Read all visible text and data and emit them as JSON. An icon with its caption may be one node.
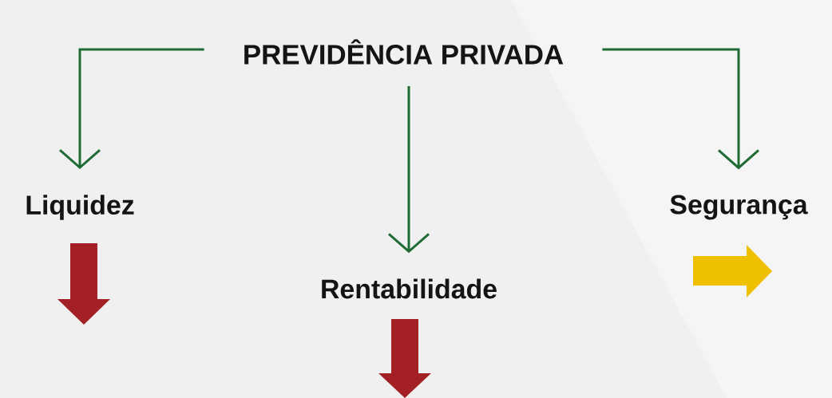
{
  "diagram": {
    "nodes": [
      {
        "text": [
          "PREVIDÊNCIA PRIVADA"
        ]
      },
      {
        "text": [
          "Liquidez"
        ]
      },
      {
        "text": [
          "Rentabilidade"
        ]
      },
      {
        "text": [
          "Segurança"
        ]
      }
    ],
    "edges": [
      {
        "from": 0,
        "to": 1,
        "arrow": "to"
      },
      {
        "from": 0,
        "to": 2,
        "arrow": "to"
      },
      {
        "from": 0,
        "to": 3,
        "arrow": "to"
      }
    ]
  }
}
